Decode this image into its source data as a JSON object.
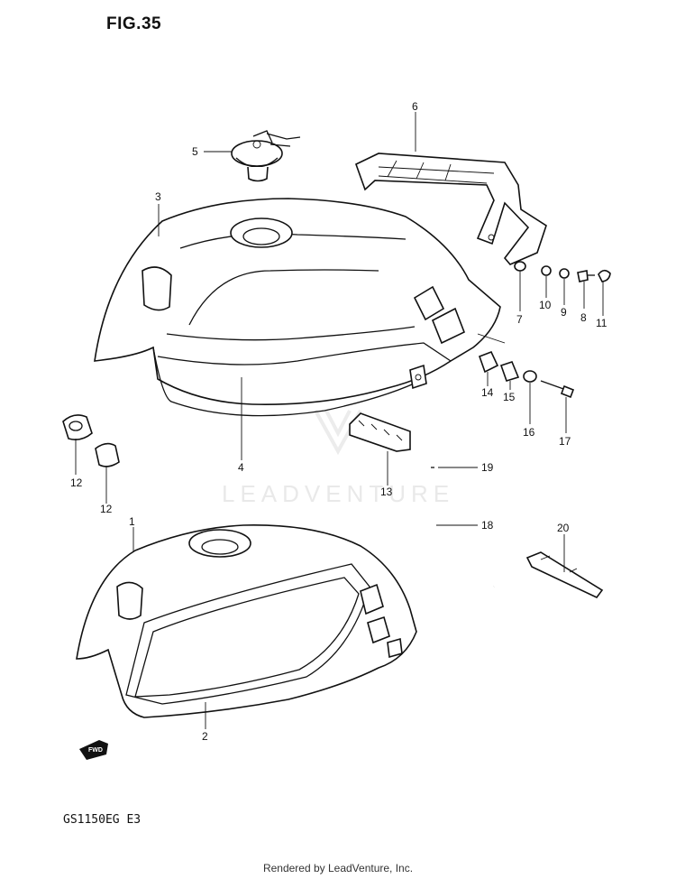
{
  "figure": {
    "title": "FIG.35",
    "model_code": "GS1150EG E3",
    "footer": "Rendered by LeadVenture, Inc.",
    "watermark": "LEADVENTURE",
    "fwd_label": "FWD"
  },
  "callouts": [
    {
      "id": "1",
      "label": "1"
    },
    {
      "id": "2",
      "label": "2"
    },
    {
      "id": "3",
      "label": "3"
    },
    {
      "id": "4",
      "label": "4"
    },
    {
      "id": "5",
      "label": "5"
    },
    {
      "id": "6",
      "label": "6"
    },
    {
      "id": "7",
      "label": "7"
    },
    {
      "id": "8",
      "label": "8"
    },
    {
      "id": "9",
      "label": "9"
    },
    {
      "id": "10",
      "label": "10"
    },
    {
      "id": "11",
      "label": "11"
    },
    {
      "id": "12a",
      "label": "12"
    },
    {
      "id": "12b",
      "label": "12"
    },
    {
      "id": "13",
      "label": "13"
    },
    {
      "id": "14",
      "label": "14"
    },
    {
      "id": "15",
      "label": "15"
    },
    {
      "id": "16",
      "label": "16"
    },
    {
      "id": "17",
      "label": "17"
    },
    {
      "id": "18",
      "label": "18"
    },
    {
      "id": "19",
      "label": "19"
    },
    {
      "id": "20",
      "label": "20"
    }
  ]
}
